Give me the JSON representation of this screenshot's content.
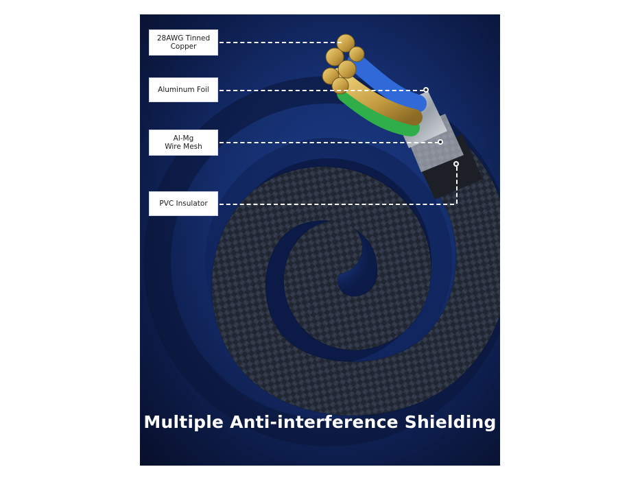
{
  "labels": {
    "copper": "28AWG Tinned\nCopper",
    "foil": "Aluminum Foil",
    "mesh": "Al-Mg\nWire Mesh",
    "insulator": "PVC Insulator"
  },
  "caption": "Multiple Anti-interference Shielding",
  "colors": {
    "background": "#142c6a",
    "braid": "#2b3140",
    "copper": "#c9a24a",
    "blue_wire": "#2f6ad8",
    "green_wire": "#2fae4a",
    "chrome": "#c8ccd2"
  },
  "icons": {
    "cable": "braided-cable-illustration"
  }
}
